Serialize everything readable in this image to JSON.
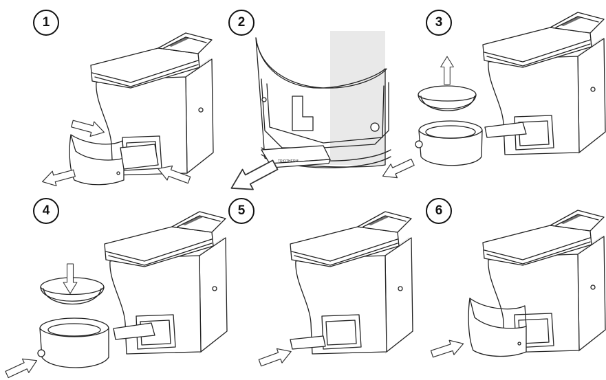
{
  "steps": [
    "1",
    "2",
    "3",
    "4",
    "5",
    "6"
  ],
  "tray_label": "TRIOTHERM"
}
